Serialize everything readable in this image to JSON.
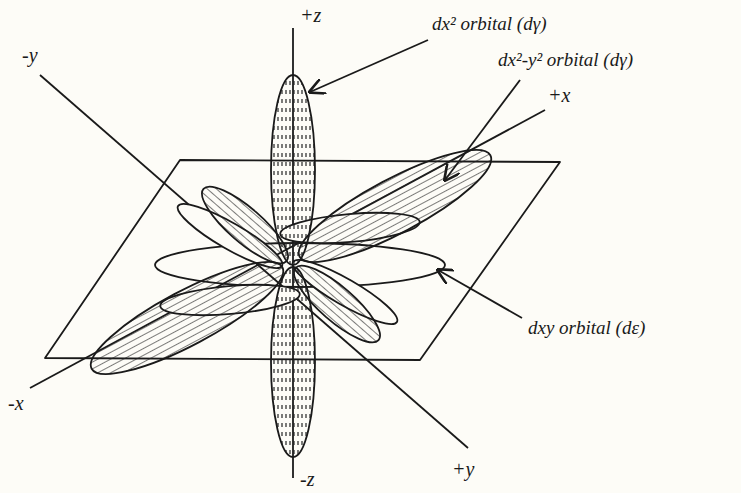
{
  "diagram": {
    "labels": [
      "+z",
      "dx² orbital (dγ)",
      "-y",
      "dx²-y² orbital (dγ)",
      "+x",
      "dxy orbital (dε)",
      "-x",
      "+y",
      "-z"
    ]
  }
}
